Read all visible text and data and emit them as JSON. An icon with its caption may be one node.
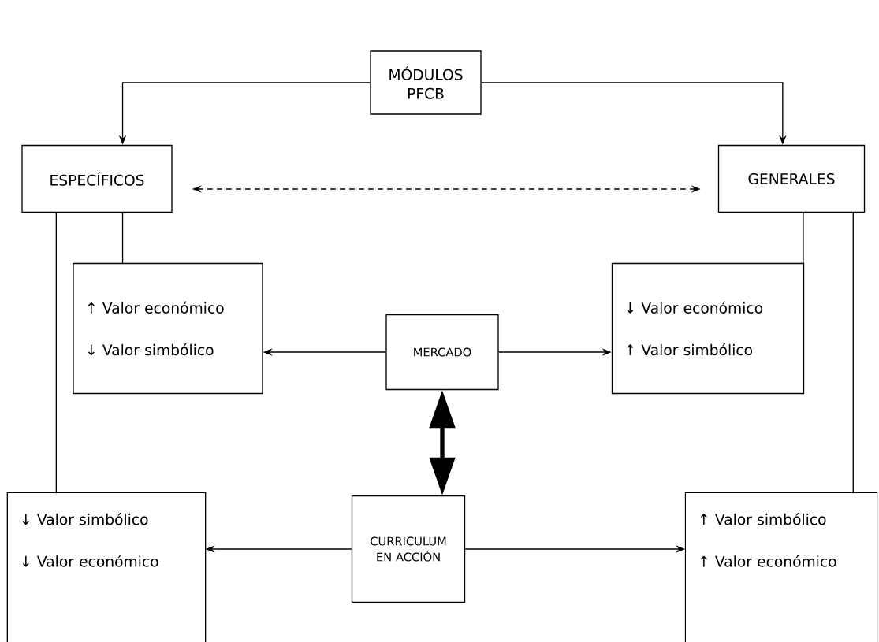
{
  "diagram": {
    "nodes": [
      {
        "text": [
          "MÓDULOS PFCB"
        ]
      },
      {
        "text": [
          "ESPECÍFICOS"
        ]
      },
      {
        "text": [
          "GENERALES"
        ]
      },
      {
        "text": [
          "↑ Valor económico",
          "↓ Valor simbólico"
        ]
      },
      {
        "text": [
          "MERCADO"
        ]
      },
      {
        "text": [
          "↓ Valor económico",
          "↑ Valor simbólico"
        ]
      },
      {
        "text": [
          "↓ Valor simbólico",
          "↓ Valor económico"
        ]
      },
      {
        "text": [
          "CURRICULUM EN ACCIÓN"
        ]
      },
      {
        "text": [
          "↑ Valor simbólico",
          "↑ Valor económico"
        ]
      }
    ],
    "edges": [
      {
        "from": 0,
        "to": 1,
        "arrow": "to"
      },
      {
        "from": 0,
        "to": 2,
        "arrow": "to"
      },
      {
        "from": 1,
        "to": 2,
        "arrow": "both",
        "style": "dashed"
      },
      {
        "from": 1,
        "to": 3,
        "arrow": "none"
      },
      {
        "from": 1,
        "to": 6,
        "arrow": "none"
      },
      {
        "from": 2,
        "to": 5,
        "arrow": "none"
      },
      {
        "from": 2,
        "to": 8,
        "arrow": "none"
      },
      {
        "from": 4,
        "to": 3,
        "arrow": "to"
      },
      {
        "from": 4,
        "to": 5,
        "arrow": "to"
      },
      {
        "from": 4,
        "to": 7,
        "arrow": "both",
        "style": "thick"
      },
      {
        "from": 7,
        "to": 6,
        "arrow": "to"
      },
      {
        "from": 7,
        "to": 8,
        "arrow": "to"
      }
    ]
  }
}
